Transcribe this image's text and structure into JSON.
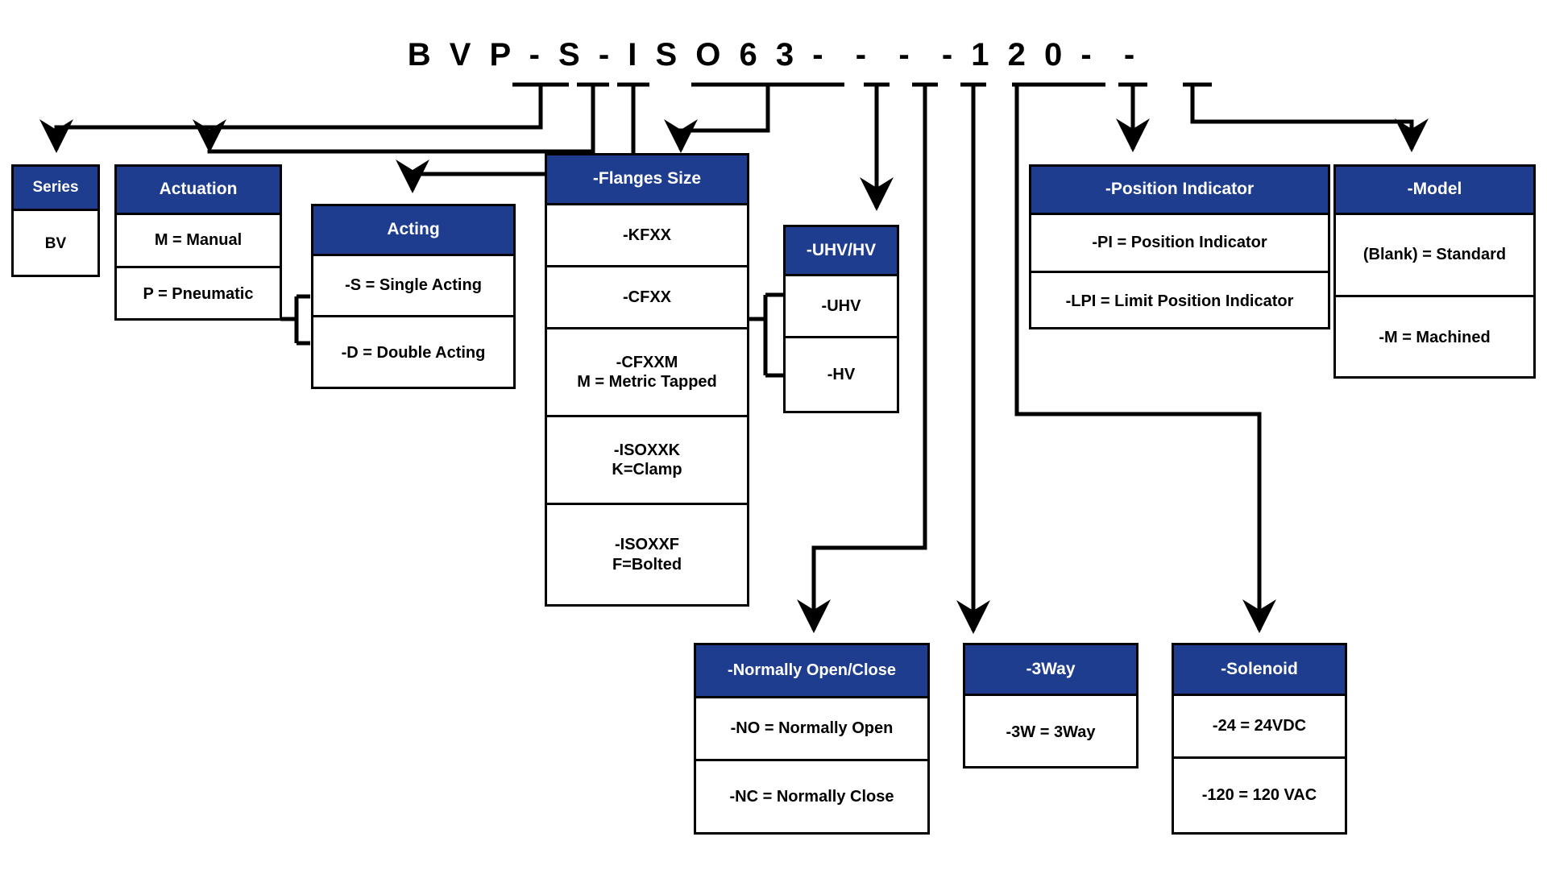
{
  "diagram": {
    "part_number": "B V P - S - I S O 6 3 -  -  -  - 1 2 0 -  -",
    "accent_color": "#1F3D8F",
    "line_color": "#000000",
    "background": "#ffffff"
  },
  "boxes": {
    "series": {
      "title": "Series",
      "rows": [
        "BV"
      ]
    },
    "actuation": {
      "title": "Actuation",
      "rows": [
        "M = Manual",
        "P = Pneumatic"
      ]
    },
    "acting": {
      "title": "Acting",
      "rows": [
        "-S = Single Acting",
        "-D = Double Acting"
      ]
    },
    "flanges": {
      "title": "-Flanges Size",
      "rows": [
        "-KFXX",
        "-CFXX",
        "-CFXXM\nM = Metric Tapped",
        "-ISOXXK\nK=Clamp",
        "-ISOXXF\nF=Bolted"
      ]
    },
    "uhvhv": {
      "title": "-UHV/HV",
      "rows": [
        "-UHV",
        "-HV"
      ]
    },
    "position": {
      "title": "-Position Indicator",
      "rows": [
        "-PI = Position Indicator",
        "-LPI = Limit Position Indicator"
      ]
    },
    "model": {
      "title": "-Model",
      "rows": [
        "(Blank) = Standard",
        "-M = Machined"
      ]
    },
    "normally": {
      "title": "-Normally Open/Close",
      "rows": [
        "-NO = Normally Open",
        "-NC = Normally Close"
      ]
    },
    "threeway": {
      "title": "-3Way",
      "rows": [
        "-3W = 3Way"
      ]
    },
    "solenoid": {
      "title": "-Solenoid",
      "rows": [
        "-24 = 24VDC",
        "-120 = 120 VAC"
      ]
    }
  }
}
